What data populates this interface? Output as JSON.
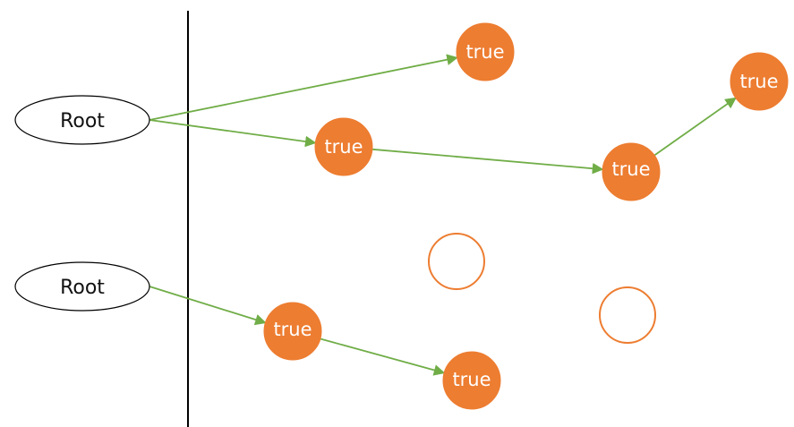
{
  "colors": {
    "node_fill": "#ed7d31",
    "node_stroke": "#ed7d31",
    "edge": "#70ad47",
    "divider": "#000000",
    "root_stroke": "#000000"
  },
  "roots": [
    {
      "id": "root-1",
      "label": "Root"
    },
    {
      "id": "root-2",
      "label": "Root"
    }
  ],
  "nodes": [
    {
      "id": "n1",
      "label": "true",
      "filled": true
    },
    {
      "id": "n2",
      "label": "true",
      "filled": true
    },
    {
      "id": "n3",
      "label": "true",
      "filled": true
    },
    {
      "id": "n4",
      "label": "true",
      "filled": true
    },
    {
      "id": "n5",
      "label": "true",
      "filled": true
    },
    {
      "id": "n6",
      "label": "true",
      "filled": true
    },
    {
      "id": "n7",
      "label": "",
      "filled": false
    },
    {
      "id": "n8",
      "label": "",
      "filled": false
    }
  ],
  "edges": [
    {
      "from": "root-1",
      "to": "n1"
    },
    {
      "from": "root-1",
      "to": "n2"
    },
    {
      "from": "n2",
      "to": "n3"
    },
    {
      "from": "n3",
      "to": "n4"
    },
    {
      "from": "root-2",
      "to": "n5"
    },
    {
      "from": "n5",
      "to": "n6"
    }
  ]
}
